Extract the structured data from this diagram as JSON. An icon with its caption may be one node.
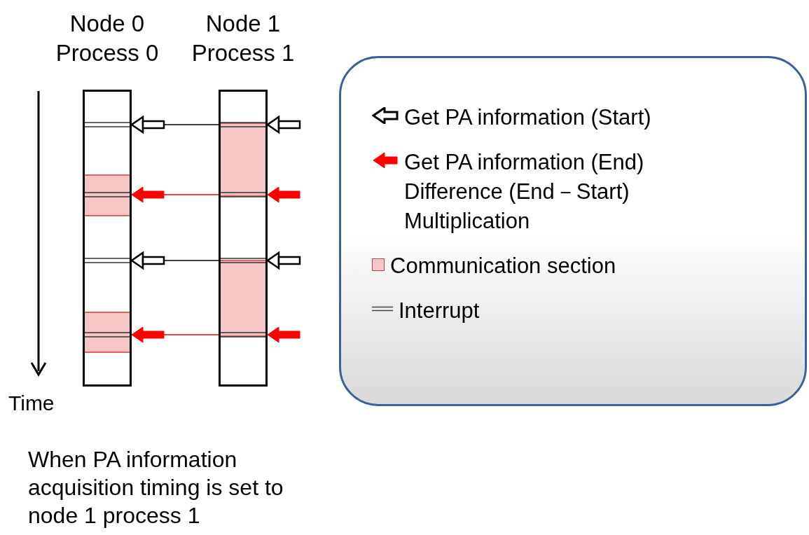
{
  "diagram": {
    "caption": "When PA information acquisition timing is set to node 1 process 1",
    "nodes": [
      {
        "text": [
          "Node 0 Process 0"
        ]
      },
      {
        "text": [
          "Node 1 Process 1"
        ]
      }
    ],
    "edges": [
      {
        "from": 1,
        "to": 0,
        "arrow": "to"
      },
      {
        "from": null,
        "to": 1,
        "arrow": "to"
      },
      {
        "from": 1,
        "to": 0,
        "arrow": "to",
        "color": "#ff0000"
      },
      {
        "from": null,
        "to": 1,
        "arrow": "to",
        "color": "#ff0000"
      },
      {
        "from": 1,
        "to": 0,
        "arrow": "to"
      },
      {
        "from": null,
        "to": 1,
        "arrow": "to"
      },
      {
        "from": 1,
        "to": 0,
        "arrow": "to",
        "color": "#ff0000"
      },
      {
        "from": null,
        "to": 1,
        "arrow": "to",
        "color": "#ff0000"
      }
    ],
    "labels": [
      "Time"
    ],
    "legend": [
      {
        "text": "Get PA information (Start)"
      },
      {
        "text": "Get PA information (End) Difference (End－Start) Multiplication"
      },
      {
        "text": "Communication section",
        "color": "#f6c6c6"
      },
      {
        "text": "Interrupt"
      }
    ]
  }
}
